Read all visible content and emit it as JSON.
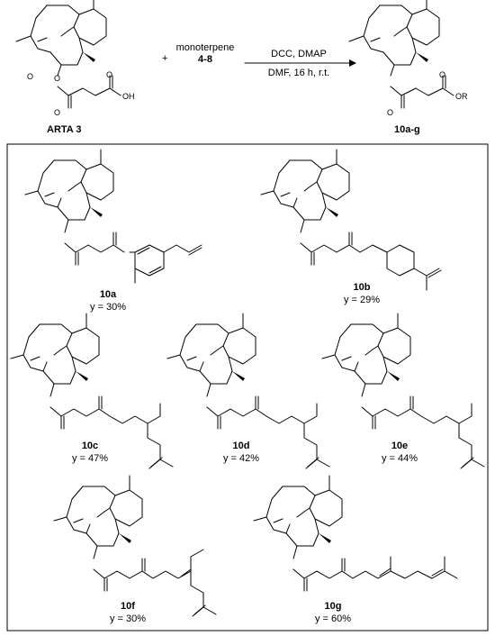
{
  "reaction": {
    "reactant_label": "ARTA 3",
    "plus_sign": "+",
    "reagent_line1": "monoterpene",
    "reagent_line2": "4-8",
    "conditions_line1": "DCC, DMAP",
    "conditions_line2": "DMF,  16 h, r.t.",
    "product_label": "10a-g",
    "atom_O": "O",
    "atom_OH": "OH",
    "atom_OR": "OR"
  },
  "products": [
    {
      "id": "10a",
      "label": "10a",
      "yield": "y = 30%",
      "tail": "eugenyl"
    },
    {
      "id": "10b",
      "label": "10b",
      "yield": "y = 29%",
      "tail": "perillyl"
    },
    {
      "id": "10c",
      "label": "10c",
      "yield": "y = 47%",
      "tail": "citronellyl"
    },
    {
      "id": "10d",
      "label": "10d",
      "yield": "y = 42%",
      "tail": "citronellyl"
    },
    {
      "id": "10e",
      "label": "10e",
      "yield": "y = 44%",
      "tail": "citronellyl"
    },
    {
      "id": "10f",
      "label": "10f",
      "yield": "y = 30%",
      "tail": "neryl"
    },
    {
      "id": "10g",
      "label": "10g",
      "yield": "y = 60%",
      "tail": "geranyl"
    }
  ]
}
